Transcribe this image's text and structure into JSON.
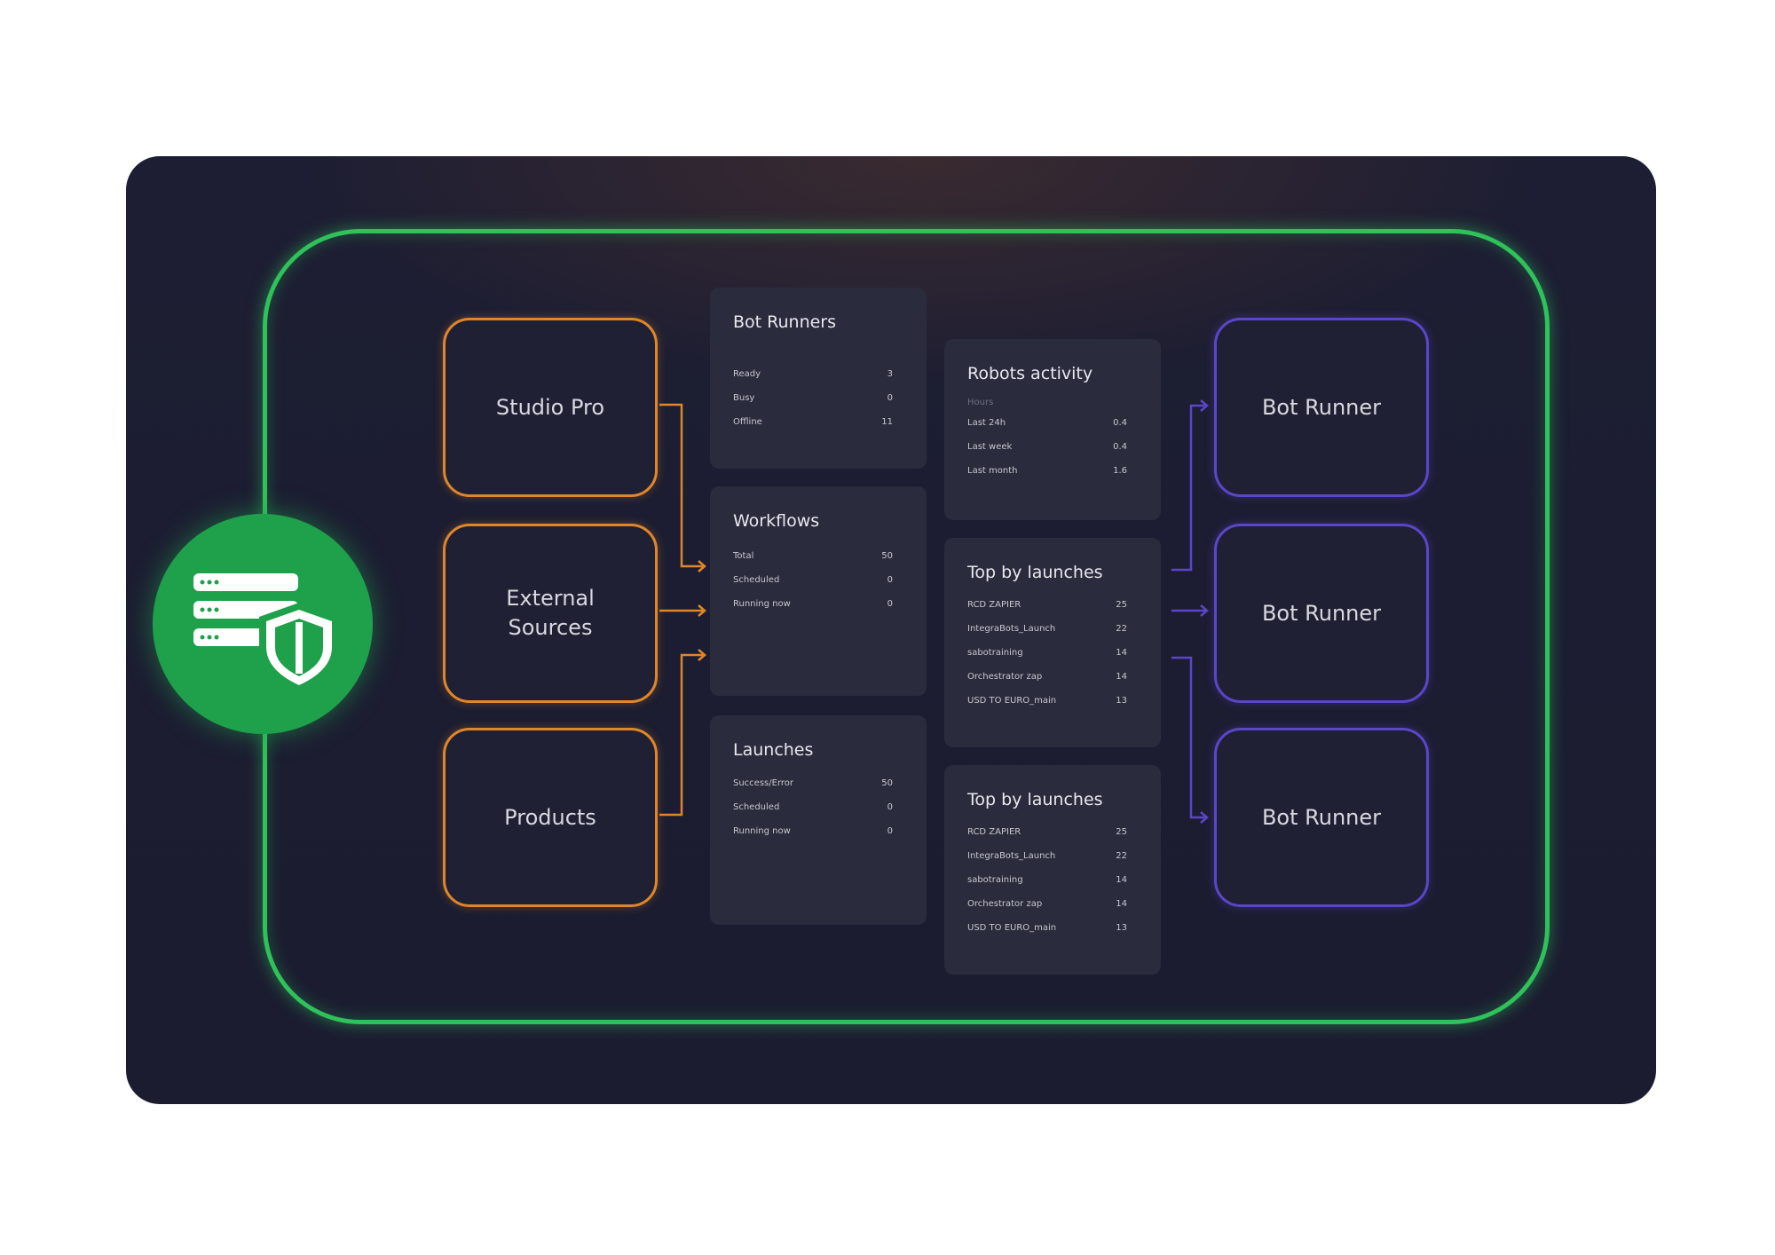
{
  "sources": [
    {
      "label_lines": [
        "Studio Pro"
      ]
    },
    {
      "label_lines": [
        "External",
        "Sources"
      ]
    },
    {
      "label_lines": [
        "Products"
      ]
    }
  ],
  "targets": [
    {
      "label": "Bot Runner"
    },
    {
      "label": "Bot Runner"
    },
    {
      "label": "Bot Runner"
    }
  ],
  "cards": {
    "bot_runners": {
      "title": "Bot Runners",
      "rows": [
        {
          "label": "Ready",
          "value": "3"
        },
        {
          "label": "Busy",
          "value": "0"
        },
        {
          "label": "Offline",
          "value": "11"
        }
      ]
    },
    "workflows": {
      "title": "Workflows",
      "rows": [
        {
          "label": "Total",
          "value": "50"
        },
        {
          "label": "Scheduled",
          "value": "0"
        },
        {
          "label": "Running now",
          "value": "0"
        }
      ]
    },
    "launches": {
      "title": "Launches",
      "rows": [
        {
          "label": "Success/Error",
          "value": "50"
        },
        {
          "label": "Scheduled",
          "value": "0"
        },
        {
          "label": "Running now",
          "value": "0"
        }
      ]
    },
    "robots_activity": {
      "title": "Robots activity",
      "subtitle": "Hours",
      "rows": [
        {
          "label": "Last 24h",
          "value": "0.4"
        },
        {
          "label": "Last week",
          "value": "0.4"
        },
        {
          "label": "Last month",
          "value": "1.6"
        }
      ]
    },
    "top_launches_1": {
      "title": "Top by launches",
      "rows": [
        {
          "label": "RCD ZAPIER",
          "value": "25"
        },
        {
          "label": "IntegraBots_Launch",
          "value": "22"
        },
        {
          "label": "sabotraining",
          "value": "14"
        },
        {
          "label": "Orchestrator zap",
          "value": "14"
        },
        {
          "label": "USD TO EURO_main",
          "value": "13"
        }
      ]
    },
    "top_launches_2": {
      "title": "Top by launches",
      "rows": [
        {
          "label": "RCD ZAPIER",
          "value": "25"
        },
        {
          "label": "IntegraBots_Launch",
          "value": "22"
        },
        {
          "label": "sabotraining",
          "value": "14"
        },
        {
          "label": "Orchestrator zap",
          "value": "14"
        },
        {
          "label": "USD TO EURO_main",
          "value": "13"
        }
      ]
    }
  },
  "colors": {
    "frame": "#2fc15a",
    "source_border": "#e0862a",
    "target_border": "#5a46c8",
    "shield_bg": "#1fa04b"
  },
  "icons": [
    "server-shield-icon"
  ]
}
